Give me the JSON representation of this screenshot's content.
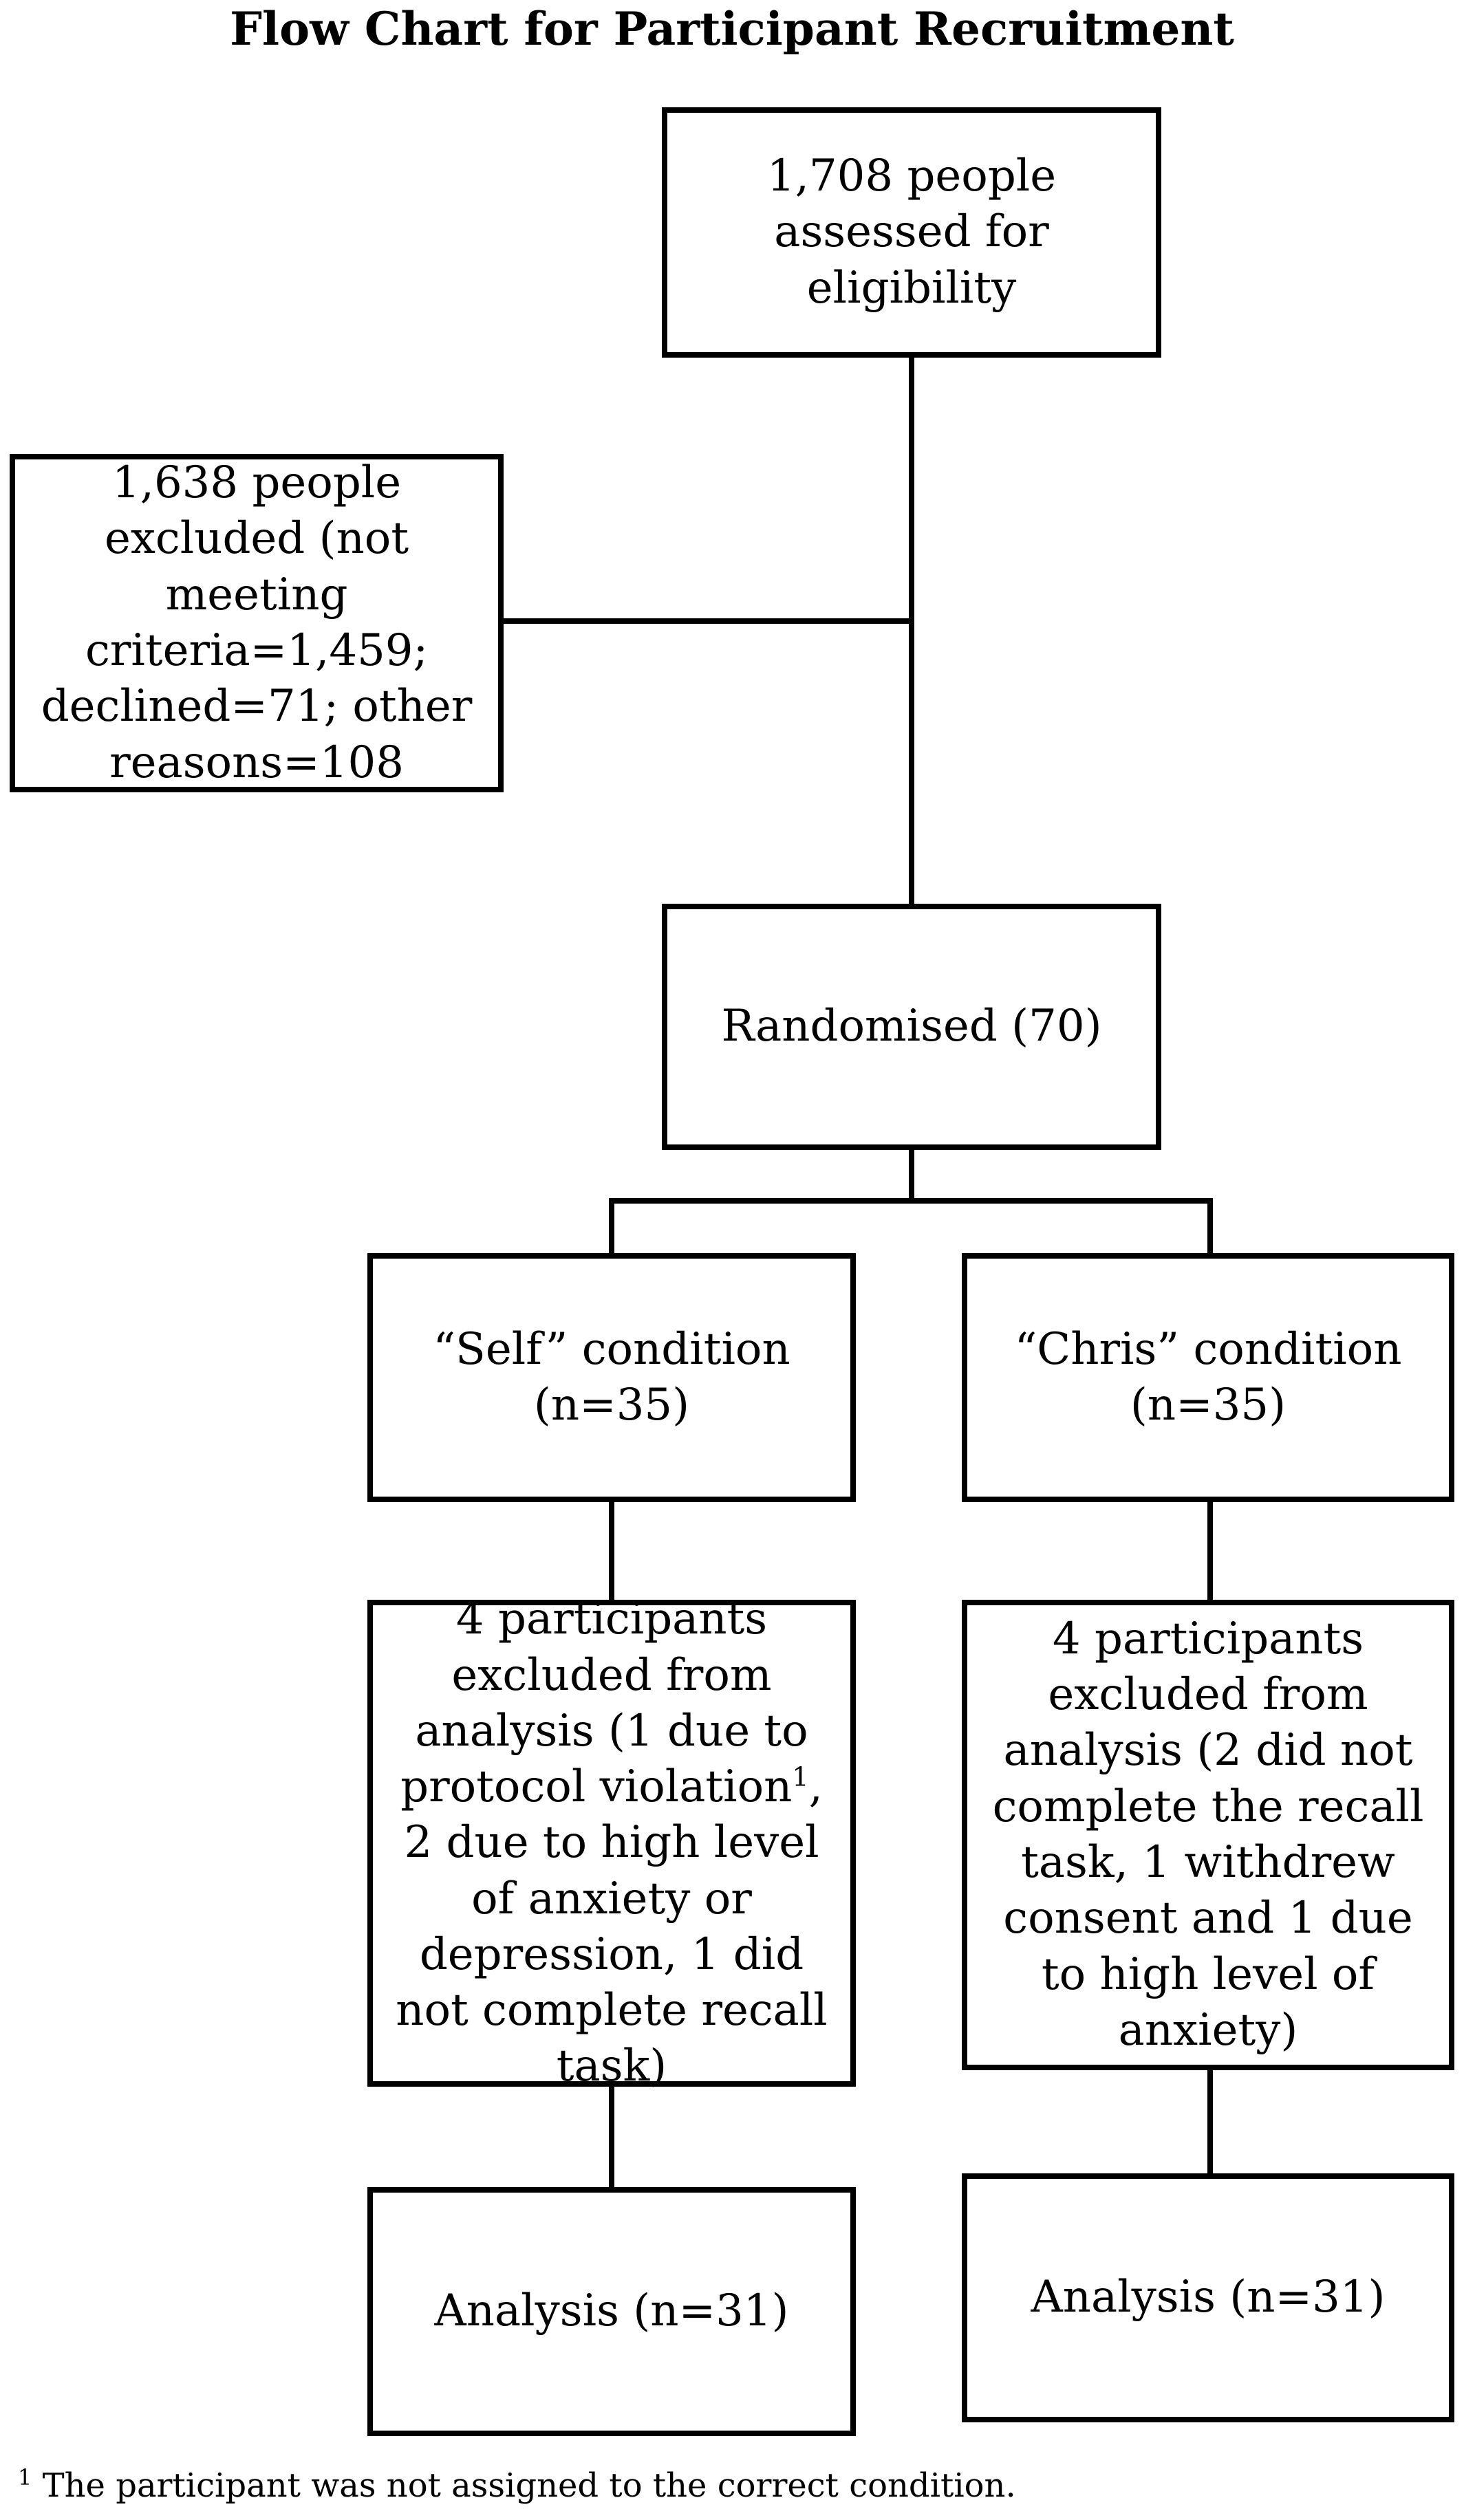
{
  "title": "Flow Chart for Participant Recruitment",
  "nodes": {
    "assessed": {
      "text": "1,708 people assessed for eligibility"
    },
    "excluded": {
      "text": "1,638 people excluded (not meeting criteria=1,459; declined=71; other reasons=108"
    },
    "randomised": {
      "text": "Randomised (70)"
    },
    "self_condition": {
      "text": "“Self” condition (n=35)"
    },
    "chris_condition": {
      "text": "“Chris” condition (n=35)"
    },
    "self_excluded": {
      "text_before": "4 participants excluded from analysis (1 due to protocol violation",
      "marker": "1",
      "text_after": ", 2 due to high level of anxiety or depression, 1 did not complete recall task)"
    },
    "chris_excluded": {
      "text": "4 participants excluded from analysis (2 did not complete the recall task, 1 withdrew consent and 1 due to high level of anxiety)"
    },
    "self_analysis": {
      "text": "Analysis (n=31)"
    },
    "chris_analysis": {
      "text": "Analysis (n=31)"
    }
  },
  "edges": [
    {
      "from": "assessed",
      "to": "randomised"
    },
    {
      "from": "assessed",
      "to": "excluded"
    },
    {
      "from": "randomised",
      "to": "self_condition"
    },
    {
      "from": "randomised",
      "to": "chris_condition"
    },
    {
      "from": "self_condition",
      "to": "self_excluded"
    },
    {
      "from": "chris_condition",
      "to": "chris_excluded"
    },
    {
      "from": "self_excluded",
      "to": "self_analysis"
    },
    {
      "from": "chris_excluded",
      "to": "chris_analysis"
    }
  ],
  "footnote": {
    "marker": "1",
    "text": " The participant was not assigned to the correct condition."
  }
}
